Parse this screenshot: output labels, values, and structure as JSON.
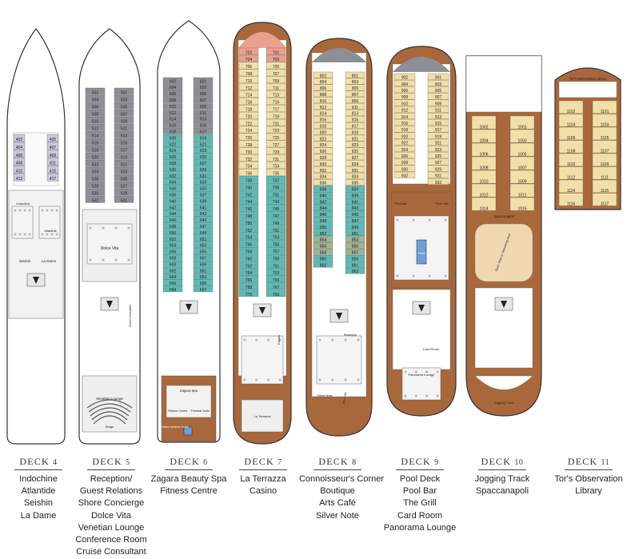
{
  "colors": {
    "hull": "#ffffff",
    "hull_outline": "#333333",
    "wood_deck": "#a8683b",
    "suite_gray": "#8e8e96",
    "cabin_lavender": "#c9c6dd",
    "cabin_teal": "#5fb9b3",
    "cabin_cream": "#f2dfa7",
    "cabin_salmon": "#e9a08f",
    "spa_green": "#9fb390",
    "pool_blue": "#6e9ed6",
    "jog_sand": "#f0d7b0"
  },
  "decks": [
    {
      "prefix": "DECK",
      "number": "4",
      "venues": [
        "Indochine",
        "Atlantide",
        "Seishin",
        "La Dame"
      ],
      "plan_labels": [
        "Indochine",
        "Atlantide",
        "Seishin",
        "La Dame"
      ],
      "cabins_left": [
        "402",
        "404",
        "406",
        "408",
        "410",
        "412"
      ],
      "cabins_right": [
        "405",
        "407",
        "409",
        "411",
        "415",
        "417"
      ]
    },
    {
      "prefix": "DECK",
      "number": "5",
      "venues": [
        "Reception/",
        "Guest Relations",
        "Shore Concierge",
        "Dolce Vita",
        "Venetian Lounge",
        "Conference Room",
        "Cruise Consultant"
      ],
      "plan_labels": [
        "Dolce Vita",
        "Venetian Lounge",
        "Stage",
        "Cruise Consultant"
      ],
      "cabins_left": [
        "502",
        "504",
        "506",
        "508",
        "510",
        "512",
        "514",
        "516",
        "518",
        "520",
        "522",
        "524",
        "526",
        "528",
        "530",
        "532"
      ],
      "cabins_right": [
        "501",
        "503",
        "505",
        "507",
        "509",
        "511",
        "513",
        "515",
        "517",
        "519",
        "521",
        "523",
        "525",
        "527",
        "529",
        "531"
      ]
    },
    {
      "prefix": "DECK",
      "number": "6",
      "venues": [
        "Zagara Beauty Spa",
        "Fitness Centre"
      ],
      "plan_labels": [
        "Zagara Spa",
        "Fitness Centre",
        "Thermal Suite",
        "Outdoor Aerobics Centre"
      ],
      "cabins_left": [
        "602",
        "604",
        "606",
        "608",
        "610",
        "612",
        "614",
        "616",
        "618",
        "620",
        "622",
        "624",
        "626",
        "628",
        "630",
        "632",
        "634",
        "636",
        "638",
        "640",
        "642",
        "644",
        "646",
        "648",
        "650",
        "652",
        "654",
        "656",
        "658",
        "660",
        "662",
        "664",
        "666",
        "668"
      ],
      "cabins_right": [
        "601",
        "603",
        "605",
        "607",
        "609",
        "611",
        "613",
        "615",
        "617",
        "619",
        "621",
        "623",
        "625",
        "627",
        "629",
        "631",
        "633",
        "635",
        "637",
        "639",
        "641",
        "643",
        "645",
        "647",
        "649",
        "651",
        "653",
        "655",
        "657",
        "659",
        "661",
        "663",
        "665",
        "667"
      ]
    },
    {
      "prefix": "DECK",
      "number": "7",
      "venues": [
        "La Terrazza",
        "Casino"
      ],
      "plan_labels": [
        "Casino",
        "La Terrazza"
      ],
      "cabins_left": [
        "702",
        "704",
        "706",
        "708",
        "710",
        "712",
        "714",
        "716",
        "718",
        "720",
        "722",
        "724",
        "726",
        "728",
        "730",
        "732",
        "734",
        "736",
        "738",
        "740",
        "742",
        "744",
        "746",
        "748",
        "750",
        "752",
        "754",
        "756",
        "758",
        "760",
        "762",
        "764",
        "766",
        "768",
        "770"
      ],
      "cabins_right": [
        "701",
        "703",
        "705",
        "707",
        "709",
        "711",
        "713",
        "715",
        "717",
        "719",
        "721",
        "723",
        "725",
        "727",
        "729",
        "731",
        "733",
        "735",
        "737",
        "739",
        "741",
        "743",
        "745",
        "747",
        "749",
        "751",
        "753",
        "755",
        "757",
        "759",
        "761",
        "763",
        "765",
        "767",
        "769"
      ]
    },
    {
      "prefix": "DECK",
      "number": "8",
      "venues": [
        "Connoisseur's Corner",
        "Boutique",
        "Arts Café",
        "Silver Note"
      ],
      "plan_labels": [
        "Boutique",
        "Silver Note",
        "Arts Café"
      ],
      "cabins_left": [
        "802",
        "804",
        "806",
        "808",
        "810",
        "812",
        "814",
        "816",
        "818",
        "820",
        "822",
        "824",
        "826",
        "828",
        "830",
        "832",
        "834",
        "836",
        "838",
        "840",
        "842",
        "844",
        "846",
        "848",
        "850",
        "852",
        "854",
        "856",
        "858",
        "860",
        "862"
      ],
      "cabins_right": [
        "801",
        "803",
        "805",
        "807",
        "809",
        "811",
        "813",
        "815",
        "817",
        "819",
        "821",
        "823",
        "825",
        "827",
        "829",
        "831",
        "833",
        "835",
        "837",
        "839",
        "841",
        "843",
        "845",
        "847",
        "849",
        "851",
        "853",
        "855",
        "857",
        "859",
        "861",
        "863"
      ]
    },
    {
      "prefix": "DECK",
      "number": "9",
      "venues": [
        "Pool Deck",
        "Pool Bar",
        "The Grill",
        "Card Room",
        "Panorama Lounge"
      ],
      "plan_labels": [
        "Pool Bar",
        "Pool Grill",
        "Pool",
        "Card Room",
        "Panorama Lounge"
      ],
      "cabins_left": [
        "902",
        "904",
        "906",
        "908",
        "910",
        "912",
        "914",
        "916",
        "918",
        "920",
        "922",
        "924",
        "926",
        "928",
        "930",
        "932"
      ],
      "cabins_right": [
        "901",
        "903",
        "905",
        "907",
        "909",
        "911",
        "913",
        "915",
        "917",
        "919",
        "921",
        "923",
        "925",
        "927",
        "929",
        "931",
        "933"
      ]
    },
    {
      "prefix": "DECK",
      "number": "10",
      "venues": [
        "Jogging Track",
        "Spaccanapoli"
      ],
      "plan_labels": [
        "Spaccanapoli",
        "Open Vista to Swimming Pool",
        "Jogging Track"
      ],
      "cabins_left": [
        "1002",
        "1004",
        "1006",
        "1008",
        "1010",
        "1012",
        "1014"
      ],
      "cabins_right": [
        "1001",
        "1003",
        "1005",
        "1007",
        "1009",
        "1011",
        "1015"
      ]
    },
    {
      "prefix": "DECK",
      "number": "11",
      "venues": [
        "Tor's Observation",
        "Library"
      ],
      "plan_labels": [
        "Tor's Observation Library"
      ],
      "cabins_left": [
        "1102",
        "1104",
        "1106",
        "1108",
        "1110",
        "1112",
        "1114",
        "1116"
      ],
      "cabins_right": [
        "1101",
        "1103",
        "1105",
        "1107",
        "1109",
        "1111",
        "1115",
        "1117"
      ]
    }
  ]
}
